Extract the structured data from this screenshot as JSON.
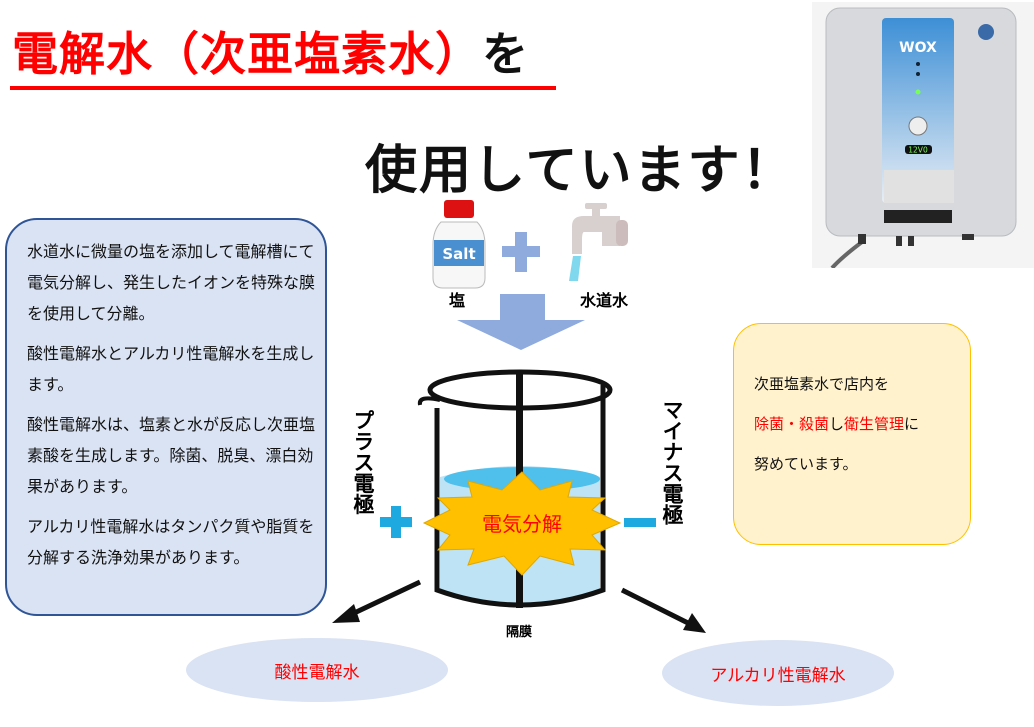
{
  "title": {
    "main": "電解水（次亜塩素水）",
    "particle": "を",
    "subtitle": "使用しています！"
  },
  "left_box": {
    "paragraphs": [
      "水道水に微量の塩を添加して電解槽にて電気分解し、発生したイオンを特殊な膜を使用して分離。",
      "酸性電解水とアルカリ性電解水を生成します。",
      "酸性電解水は、塩素と水が反応し次亜塩素酸を生成します。除菌、脱臭、漂白効果があります。",
      "アルカリ性電解水はタンパク質や脂質を分解する洗浄効果があります。"
    ]
  },
  "diagram": {
    "salt_bottle_label": "Salt",
    "salt": "塩",
    "tap_water": "水道水",
    "plus_electrode": "プラス電極",
    "minus_electrode": "マイナス電極",
    "electrolysis": "電気分解",
    "membrane": "隔膜",
    "acidic_water": "酸性電解水",
    "alkaline_water": "アルカリ性電解水"
  },
  "right_box": {
    "line1": "次亜塩素水で店内を",
    "line2_red1": "除菌・殺菌",
    "line2_mid": "し",
    "line2_red2": "衛生管理",
    "line2_end": "に",
    "line3": "努めています。"
  },
  "machine": {
    "brand": "WOX",
    "display": "12V0"
  },
  "colors": {
    "title_red": "#ff0000",
    "box_blue": "#dae3f3",
    "box_border": "#2f5597",
    "note_fill": "#fff2cc",
    "note_border": "#ffc000",
    "arrow": "#8faadc",
    "burst": "#ffc000",
    "water": "#5bc0eb"
  }
}
